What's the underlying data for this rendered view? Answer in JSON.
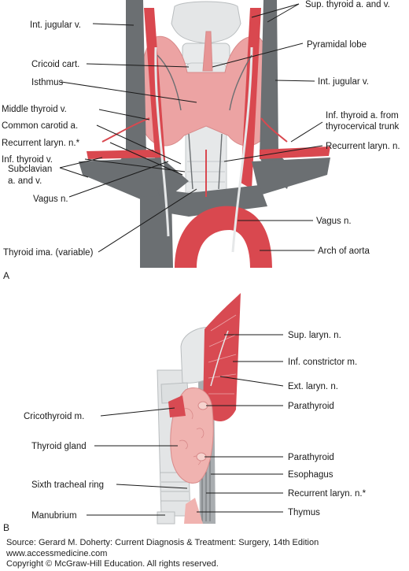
{
  "panel_a": {
    "letter": "A",
    "labels": {
      "int_jugular_left": "Int. jugular v.",
      "cricoid": "Cricoid cart.",
      "isthmus": "Isthmus",
      "middle_thyroid": "Middle thyroid v.",
      "common_carotid": "Common carotid a.",
      "recurrent_left": "Recurrent laryn. n.*",
      "inf_thyroid_v": "Inf. thyroid v.",
      "subclavian_1": "Subclavian",
      "subclavian_2": "a. and v.",
      "vagus_left": "Vagus n.",
      "thyroid_ima": "Thyroid ima. (variable)",
      "sup_thyroid": "Sup. thyroid a. and v.",
      "pyramidal": "Pyramidal lobe",
      "int_jugular_right": "Int. jugular v.",
      "inf_thyroid_a_1": "Inf. thyroid a. from",
      "inf_thyroid_a_2": "thyrocervical trunk",
      "recurrent_right": "Recurrent laryn. n.",
      "vagus_right": "Vagus n.",
      "aortic_arch": "Arch of aorta"
    }
  },
  "panel_b": {
    "letter": "B",
    "labels": {
      "sup_laryn": "Sup. laryn. n.",
      "inf_constrictor": "Inf. constrictor m.",
      "ext_laryn": "Ext. laryn. n.",
      "parathyroid_upper": "Parathyroid",
      "cricothyroid": "Cricothyroid m.",
      "thyroid_gland": "Thyroid gland",
      "parathyroid_lower": "Parathyroid",
      "esophagus": "Esophagus",
      "sixth_ring": "Sixth tracheal ring",
      "recurrent": "Recurrent laryn. n.*",
      "manubrium": "Manubrium",
      "thymus": "Thymus"
    }
  },
  "footer": {
    "source": "Source: Gerard M. Doherty: Current Diagnosis & Treatment: Surgery, 14th Edition",
    "url": "www.accessmedicine.com",
    "copyright": "Copyright © McGraw-Hill Education. All rights reserved."
  },
  "colors": {
    "vein": "#6b6f72",
    "artery": "#d9484f",
    "thyroid": "#eba2a2",
    "cartilage": "#e2e4e5",
    "muscle": "#d84a52"
  }
}
